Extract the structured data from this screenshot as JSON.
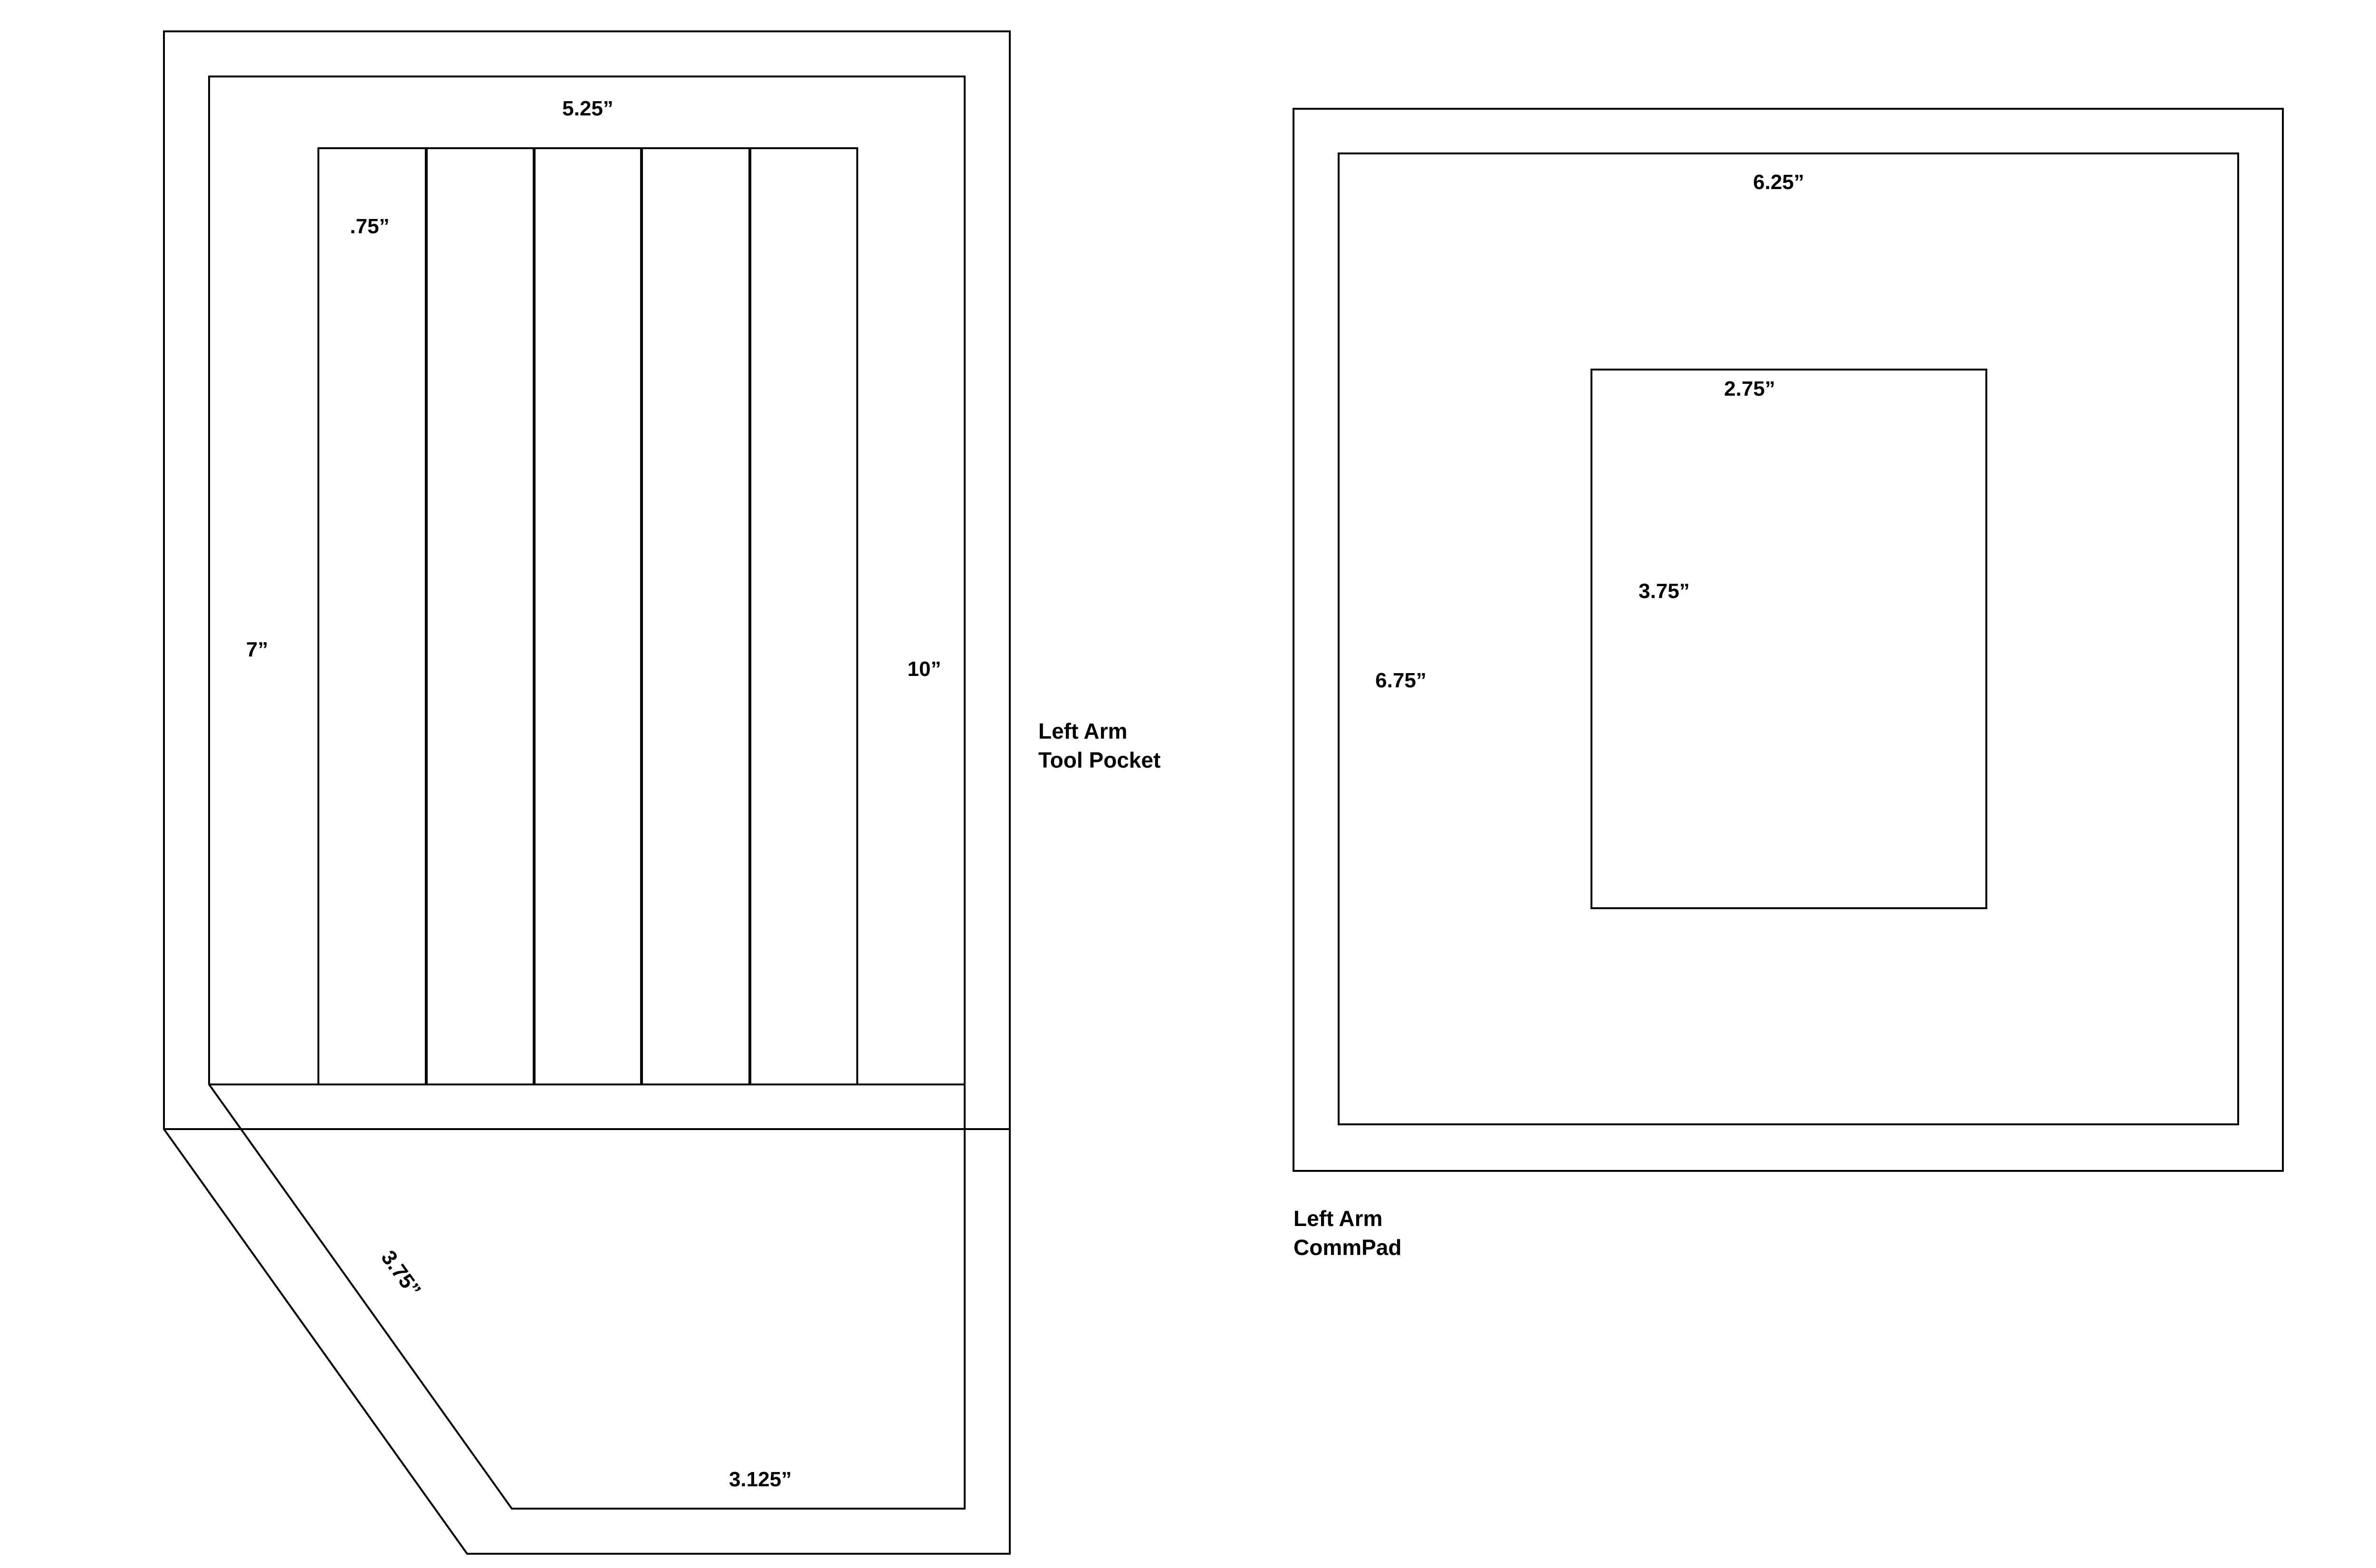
{
  "tool_pocket": {
    "title_line1": "Left Arm",
    "title_line2": "Tool Pocket",
    "width_label": "5.25”",
    "slot_width_label": ".75”",
    "left_height_label": "7”",
    "right_height_label": "10”",
    "diagonal_label": "3.75”",
    "bottom_width_label": "3.125”",
    "slot_count": 5
  },
  "commpad": {
    "title_line1": "Left Arm",
    "title_line2": "CommPad",
    "outer_width_label": "6.25”",
    "outer_height_label": "6.75”",
    "inner_width_label": "2.75”",
    "inner_height_label": "3.75”"
  },
  "colors": {
    "line": "#000000",
    "background": "#ffffff"
  }
}
